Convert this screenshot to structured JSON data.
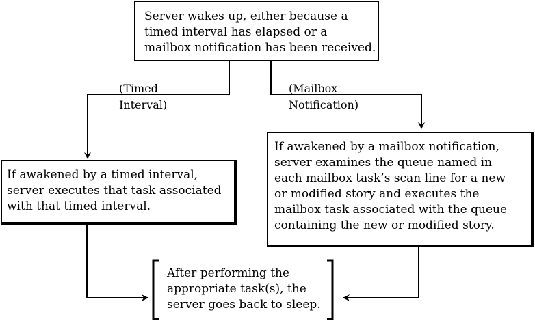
{
  "diagram": {
    "top_box": {
      "lines": [
        "Server wakes up, either because a",
        "timed interval has elapsed or a",
        "mailbox notification has been received."
      ]
    },
    "left_label": {
      "lines": [
        "(Timed",
        "Interval)"
      ]
    },
    "right_label": {
      "lines": [
        "(Mailbox",
        "Notification)"
      ]
    },
    "left_box": {
      "lines": [
        "If awakened by a timed interval,",
        "server executes that task associated",
        "with that timed interval."
      ]
    },
    "right_box": {
      "lines": [
        "If awakened by a mailbox notification,",
        "server examines the queue named in",
        "each mailbox task’s scan line for a new",
        "or modified story and executes the",
        "mailbox task associated with the queue",
        "containing the new or modified story."
      ]
    },
    "end_bracket": {
      "lines": [
        "After performing the",
        "appropriate task(s), the",
        "server goes back to sleep."
      ]
    }
  }
}
